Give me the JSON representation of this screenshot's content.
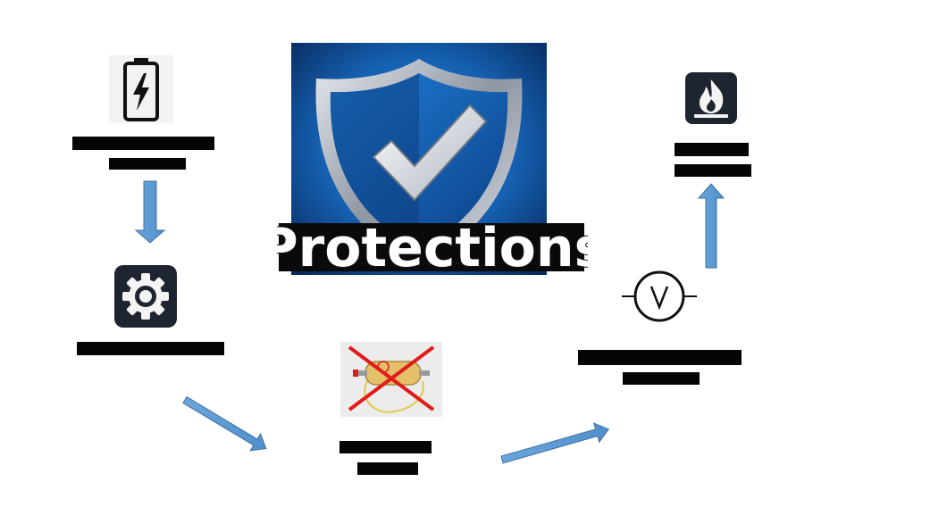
{
  "title_image": {
    "text": "Protections",
    "colors": {
      "bg_dark": "#0b2f66",
      "bg_light": "#1c7fd6",
      "shield_rim": "#c9ced6",
      "check": "#e9ecf0"
    }
  },
  "nodes": [
    {
      "id": "battery",
      "icon": "battery-charging-icon",
      "label_lines": 2
    },
    {
      "id": "settings",
      "icon": "gear-icon",
      "label_lines": 1
    },
    {
      "id": "short-circuit",
      "icon": "crossed-out-cell-icon",
      "label_lines": 2
    },
    {
      "id": "voltage",
      "icon": "voltmeter-icon",
      "label_lines": 2
    },
    {
      "id": "fire",
      "icon": "flame-icon",
      "label_lines": 2
    }
  ],
  "colors": {
    "arrow_fill": "#5b9bd5",
    "arrow_stroke": "#41719c",
    "redaction": "#050505",
    "icon_tile": "#1f2530"
  }
}
